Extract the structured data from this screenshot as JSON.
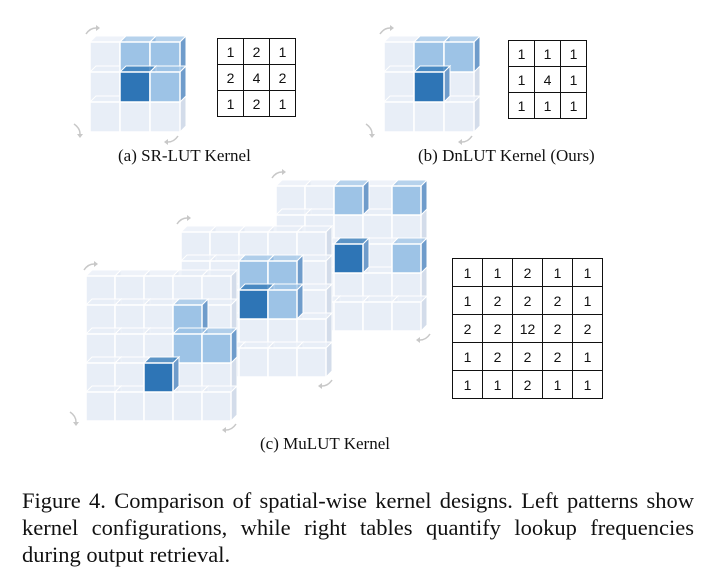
{
  "colors": {
    "cell_light": "#e8eef7",
    "cell_mid": "#9dc3e6",
    "cell_dark": "#2e75b6",
    "cell_side": "#6f9ccb",
    "arrow_gray": "#c8c8c8"
  },
  "panels": {
    "a": {
      "caption": "(a) SR-LUT Kernel",
      "table": [
        [
          "1",
          "2",
          "1"
        ],
        [
          "2",
          "4",
          "2"
        ],
        [
          "1",
          "2",
          "1"
        ]
      ]
    },
    "b": {
      "caption": "(b) DnLUT Kernel (Ours)",
      "table": [
        [
          "1",
          "1",
          "1"
        ],
        [
          "1",
          "4",
          "1"
        ],
        [
          "1",
          "1",
          "1"
        ]
      ]
    },
    "c": {
      "caption": "(c) MuLUT Kernel",
      "table": [
        [
          "1",
          "1",
          "2",
          "1",
          "1"
        ],
        [
          "1",
          "2",
          "2",
          "2",
          "1"
        ],
        [
          "2",
          "2",
          "12",
          "2",
          "2"
        ],
        [
          "1",
          "2",
          "2",
          "2",
          "1"
        ],
        [
          "1",
          "1",
          "2",
          "1",
          "1"
        ]
      ]
    }
  },
  "figure_caption": "Figure 4. Comparison of spatial-wise kernel designs. Left patterns show kernel configurations, while right tables quantify lookup frequencies during output retrieval."
}
